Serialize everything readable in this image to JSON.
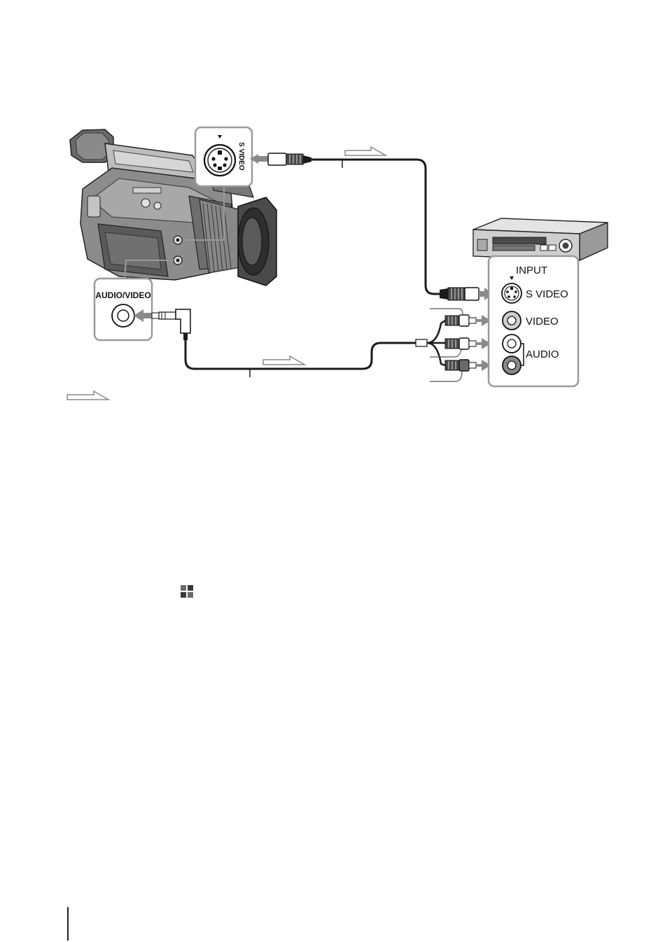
{
  "labels": {
    "svideo_camera": "S VIDEO",
    "audio_video": "AUDIO/VIDEO",
    "input": "INPUT",
    "svideo_vcr": "S VIDEO",
    "video": "VIDEO",
    "audio": "AUDIO"
  },
  "icons": {
    "menu": "menu-grid-icon",
    "signal_flow": "signal-flow-arrow-icon"
  },
  "colors": {
    "frame": "#9a9a9a",
    "cable": "#1a1a1a",
    "arrow": "#8a8a8a"
  }
}
